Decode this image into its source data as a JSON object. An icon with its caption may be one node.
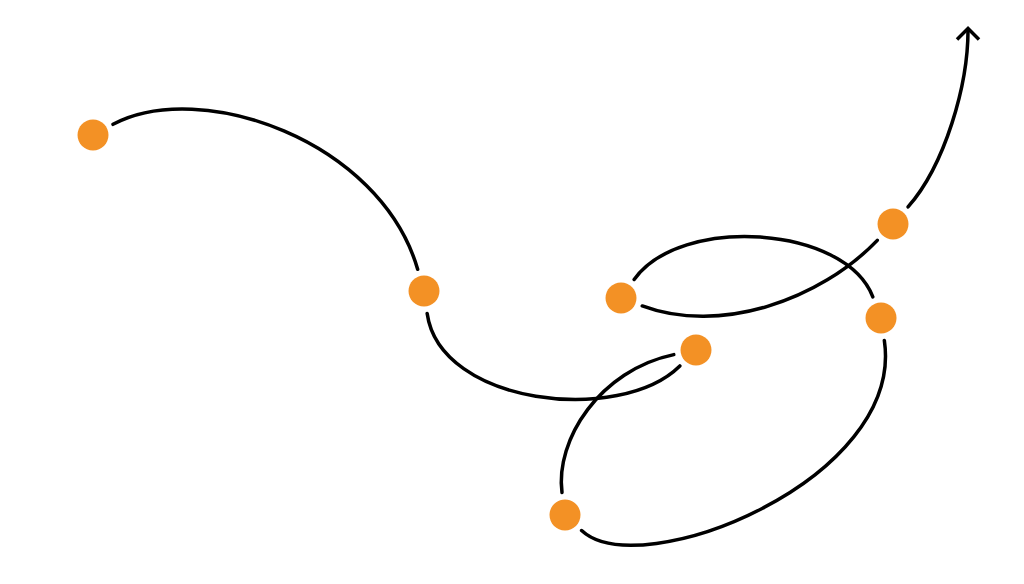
{
  "diagram": {
    "nodes": [
      {
        "text": [],
        "shape": "circle"
      },
      {
        "text": [],
        "shape": "circle"
      },
      {
        "text": [],
        "shape": "circle"
      },
      {
        "text": [],
        "shape": "circle"
      },
      {
        "text": [],
        "shape": "circle"
      },
      {
        "text": [],
        "shape": "circle"
      },
      {
        "text": [],
        "shape": "circle"
      }
    ],
    "edges": [
      {
        "from": 0,
        "to": 1,
        "arrow": "none"
      },
      {
        "from": 1,
        "to": 2,
        "arrow": "none"
      },
      {
        "from": 2,
        "to": 3,
        "arrow": "none"
      },
      {
        "from": 3,
        "to": 4,
        "arrow": "none"
      },
      {
        "from": 4,
        "to": 5,
        "arrow": "none"
      },
      {
        "from": 5,
        "to": 6,
        "arrow": "none"
      },
      {
        "from": 6,
        "to": null,
        "arrow": "to"
      }
    ]
  }
}
